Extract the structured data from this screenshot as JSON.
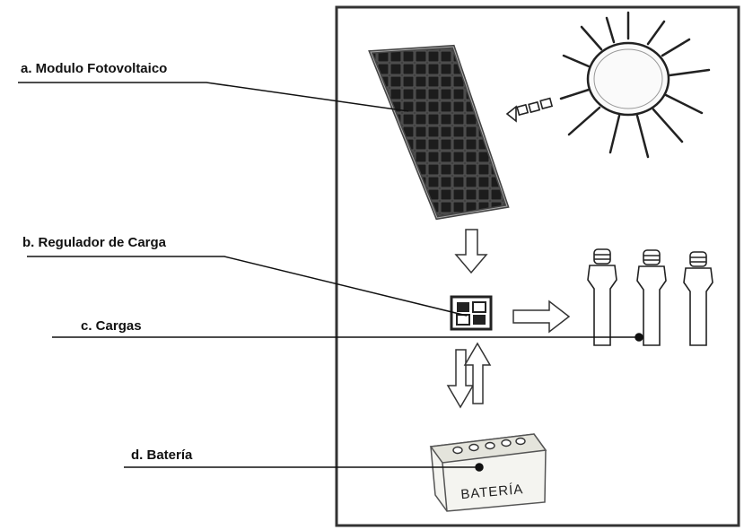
{
  "labels": {
    "modulo": "a. Modulo Fotovoltaico",
    "regulador": "b. Regulador de Carga",
    "cargas": "c. Cargas",
    "bateria": "d. Batería"
  },
  "battery_text": "BATERÍA",
  "icons": [
    "solar-panel-icon",
    "sun-icon",
    "light-rays-icon",
    "charge-regulator-icon",
    "light-bulb-icon",
    "battery-icon",
    "arrow-down-icon",
    "arrow-right-icon",
    "bidirectional-arrow-icon"
  ],
  "colors": {
    "line": "#111111",
    "frame": "#333333",
    "background": "#ffffff"
  }
}
